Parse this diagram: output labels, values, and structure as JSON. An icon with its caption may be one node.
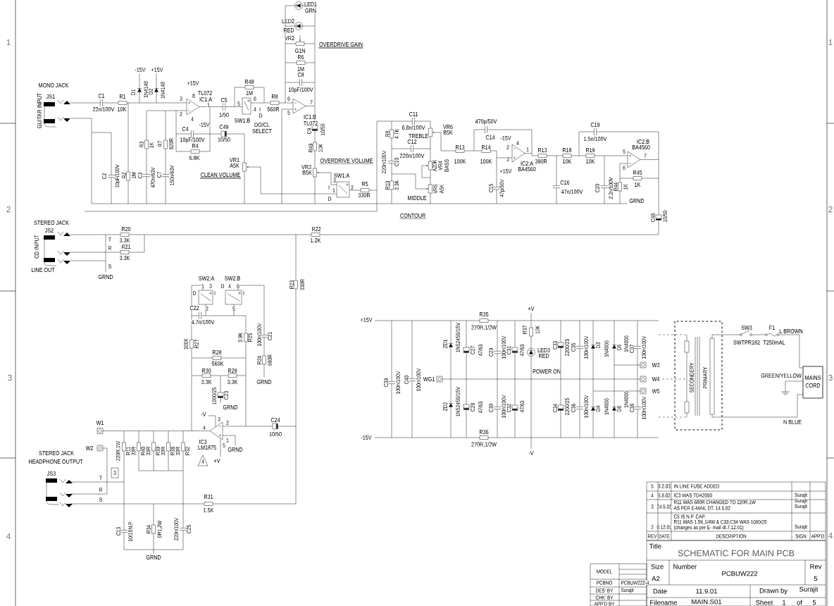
{
  "diagram": {
    "labels": [
      "1",
      "LED2",
      "RED",
      "VR2",
      "LED1",
      "GRN",
      "OVERDRIVE GAIN",
      "1",
      "-15V",
      "+15V",
      "G1N",
      "R6",
      "1M",
      "C8",
      "GUITAR INPUT",
      "JS1",
      "MONO JACK",
      "C1",
      "R1",
      "D1",
      "1N4148",
      "D2",
      "1N4148",
      "3",
      "+15V",
      "8",
      "TL072",
      "IC1:A",
      "1",
      "C5",
      "5",
      "R48",
      "1M",
      "6",
      "R8",
      "6",
      "10pF/100V",
      "7",
      "22n/100V",
      "10K",
      "2",
      "C4",
      "4",
      "-15V",
      "1/50",
      "C49",
      "SW1:B",
      "4",
      "I",
      "D",
      "DO/CL",
      "SELECT",
      "560R",
      "5",
      "IC1:B",
      "TL072",
      "C9",
      "10/50",
      "R3",
      "1K",
      "R7",
      "820R",
      "10pF/100V",
      "6.8K",
      "R4",
      "10/50",
      "VR1",
      "R49",
      "10K",
      "C2",
      "10pF/100V",
      "R2",
      "1M",
      "C3",
      "470n/63V",
      "C7",
      "150n/63V",
      "CLEAN VOLUME",
      "A5K",
      "VR3",
      "B5K",
      "I",
      "D",
      "1",
      "3",
      "SW1:A",
      "OVERDRIVE VOLUME",
      "2",
      "330R",
      "R5",
      "R9",
      "4.7K",
      "C11",
      "6.8n/100V",
      "TREBLE",
      "VR6",
      "B5K",
      "470p/50V",
      "C14",
      "-15V",
      "C19",
      "1.5n/100V",
      "220n/100V",
      "C10",
      "C12",
      "220n/100V",
      "A20K",
      "VR4",
      "BASS",
      "R13",
      "100K",
      "R14",
      "100K",
      "+15V",
      "2",
      "3",
      "4",
      "IC2:A",
      "BA4560",
      "1",
      "390R",
      "R13",
      "R18",
      "10K",
      "R19",
      "10K",
      "5",
      "6",
      "R45",
      "BA4560",
      "IC2:B",
      "7",
      "2",
      "R10",
      "3.3K",
      "CONTOUR",
      "MIDDLE",
      "VR5",
      "A5K",
      "C15",
      "47p/50V",
      "C16",
      "47n/100V",
      "C20",
      "2.2n/100V",
      "R44",
      "1K",
      "GRND",
      "1K",
      "C48",
      "10/50",
      "2",
      "JS2",
      "STEREO JACK",
      "R20",
      "R22",
      "CD INPUT",
      "LINE OUT",
      "GRND",
      "T",
      "R",
      "S",
      "3.3K",
      "3.3K",
      "R21",
      "1.2K",
      "D",
      "1",
      "SW2:A",
      "3",
      "I",
      "D",
      "4",
      "SW2:B",
      "6",
      "I",
      "R23",
      "330R",
      "C22",
      "4.7n/100V",
      "2",
      "5",
      "100K",
      "R27",
      "R28",
      "560K",
      "3.9K",
      "R25",
      "100n/100V",
      "R24",
      "C21",
      "680R",
      "3",
      "R30",
      "3.3K",
      "1000/25",
      "C23",
      "GRND",
      "R29",
      "3.3K",
      "GRND",
      "3",
      "STEREO JACK",
      "HEADPHONE OUTPUT",
      "W2",
      "W1",
      "3",
      "220R,1W",
      "R11",
      "33R",
      "R40",
      "33R",
      "R39",
      "33R",
      "R38",
      "33R",
      "R32",
      "IC3",
      "4",
      "-V",
      "4",
      "LM1875",
      "+V",
      "3",
      "5",
      "2",
      "1",
      "GRND",
      "C24",
      "10/50",
      "JS3",
      "T",
      "R",
      "S",
      "R31",
      "1.5K",
      "4",
      "C13",
      "10/16N.P.",
      "R34",
      "0R1,2W",
      "220n/100V",
      "C25",
      "GRND",
      "4",
      "+15V",
      "R35",
      "270R,1/2W",
      "+V",
      "SW3",
      "F1",
      "L BROWN",
      "ZD1",
      "1N5245B/15V",
      "C27",
      "47/63",
      "C29",
      "100n/100V",
      "C31",
      "47/63",
      "R37",
      "10K",
      "LED3",
      "RED",
      "POWER ON",
      "C33",
      "2200/25",
      "C35",
      "100n/100V",
      "D3",
      "1N4006",
      "D5",
      "1N4006",
      "C37",
      "100n/100V",
      "W3",
      "SWTPR182",
      "T250mAL",
      "C39",
      "100n/100V",
      "C40",
      "100n/100V",
      "WG1",
      "W4",
      "W5",
      "SECONDERY",
      "PRIMARY",
      "GREEN/YELLOW",
      "MAINS",
      "CORD",
      "ZD2",
      "1N5245B/15V",
      "C28",
      "47/63",
      "C30",
      "100n/100V",
      "C32",
      "47/63",
      "C34",
      "2200/25",
      "C36",
      "100n/100V",
      "D4",
      "1N4006",
      "D6",
      "1N4006",
      "C38",
      "100n/100V",
      "N BLUE",
      "-15V",
      "R36",
      "270R,1/2W",
      "-V",
      "5",
      "8.2.03",
      "IN LINE FUSE ADDED",
      "4",
      "5.8.02",
      "IC3 WAS TDA2050",
      "Surajit",
      "3",
      "24.5.02",
      "R11 WAS 680R CHANGED TO 220R,1W",
      "AS PER E-MAIL DT. 14.5.02",
      "Surajit",
      "Surajit",
      "2",
      "8.12.01",
      "C5 IS N.P. CAP.",
      "R11 WAS 1.5K,1/4W & C33,C34 WAS 1000/25",
      "(changes as per E- mail dt.7.12.01)",
      "Surajit",
      "REV",
      "DATE",
      "DESCRIPTION",
      "SIGN",
      "APP'D",
      "Title",
      "SCHEMATIC FOR MAIN PCB",
      "MODEL",
      "PCBNO",
      "DES' BY",
      "CHK' BY",
      "APP'D BY",
      "PCBUW222-4",
      "Surajit",
      "A2",
      "Size",
      "Date",
      "Filename",
      "Number",
      "MAIN.S01",
      "11.9.01",
      "PCBUW222",
      "Sheet",
      "Drawn by",
      "1",
      "of",
      "Surajit",
      "5",
      "Rev",
      "5"
    ]
  }
}
